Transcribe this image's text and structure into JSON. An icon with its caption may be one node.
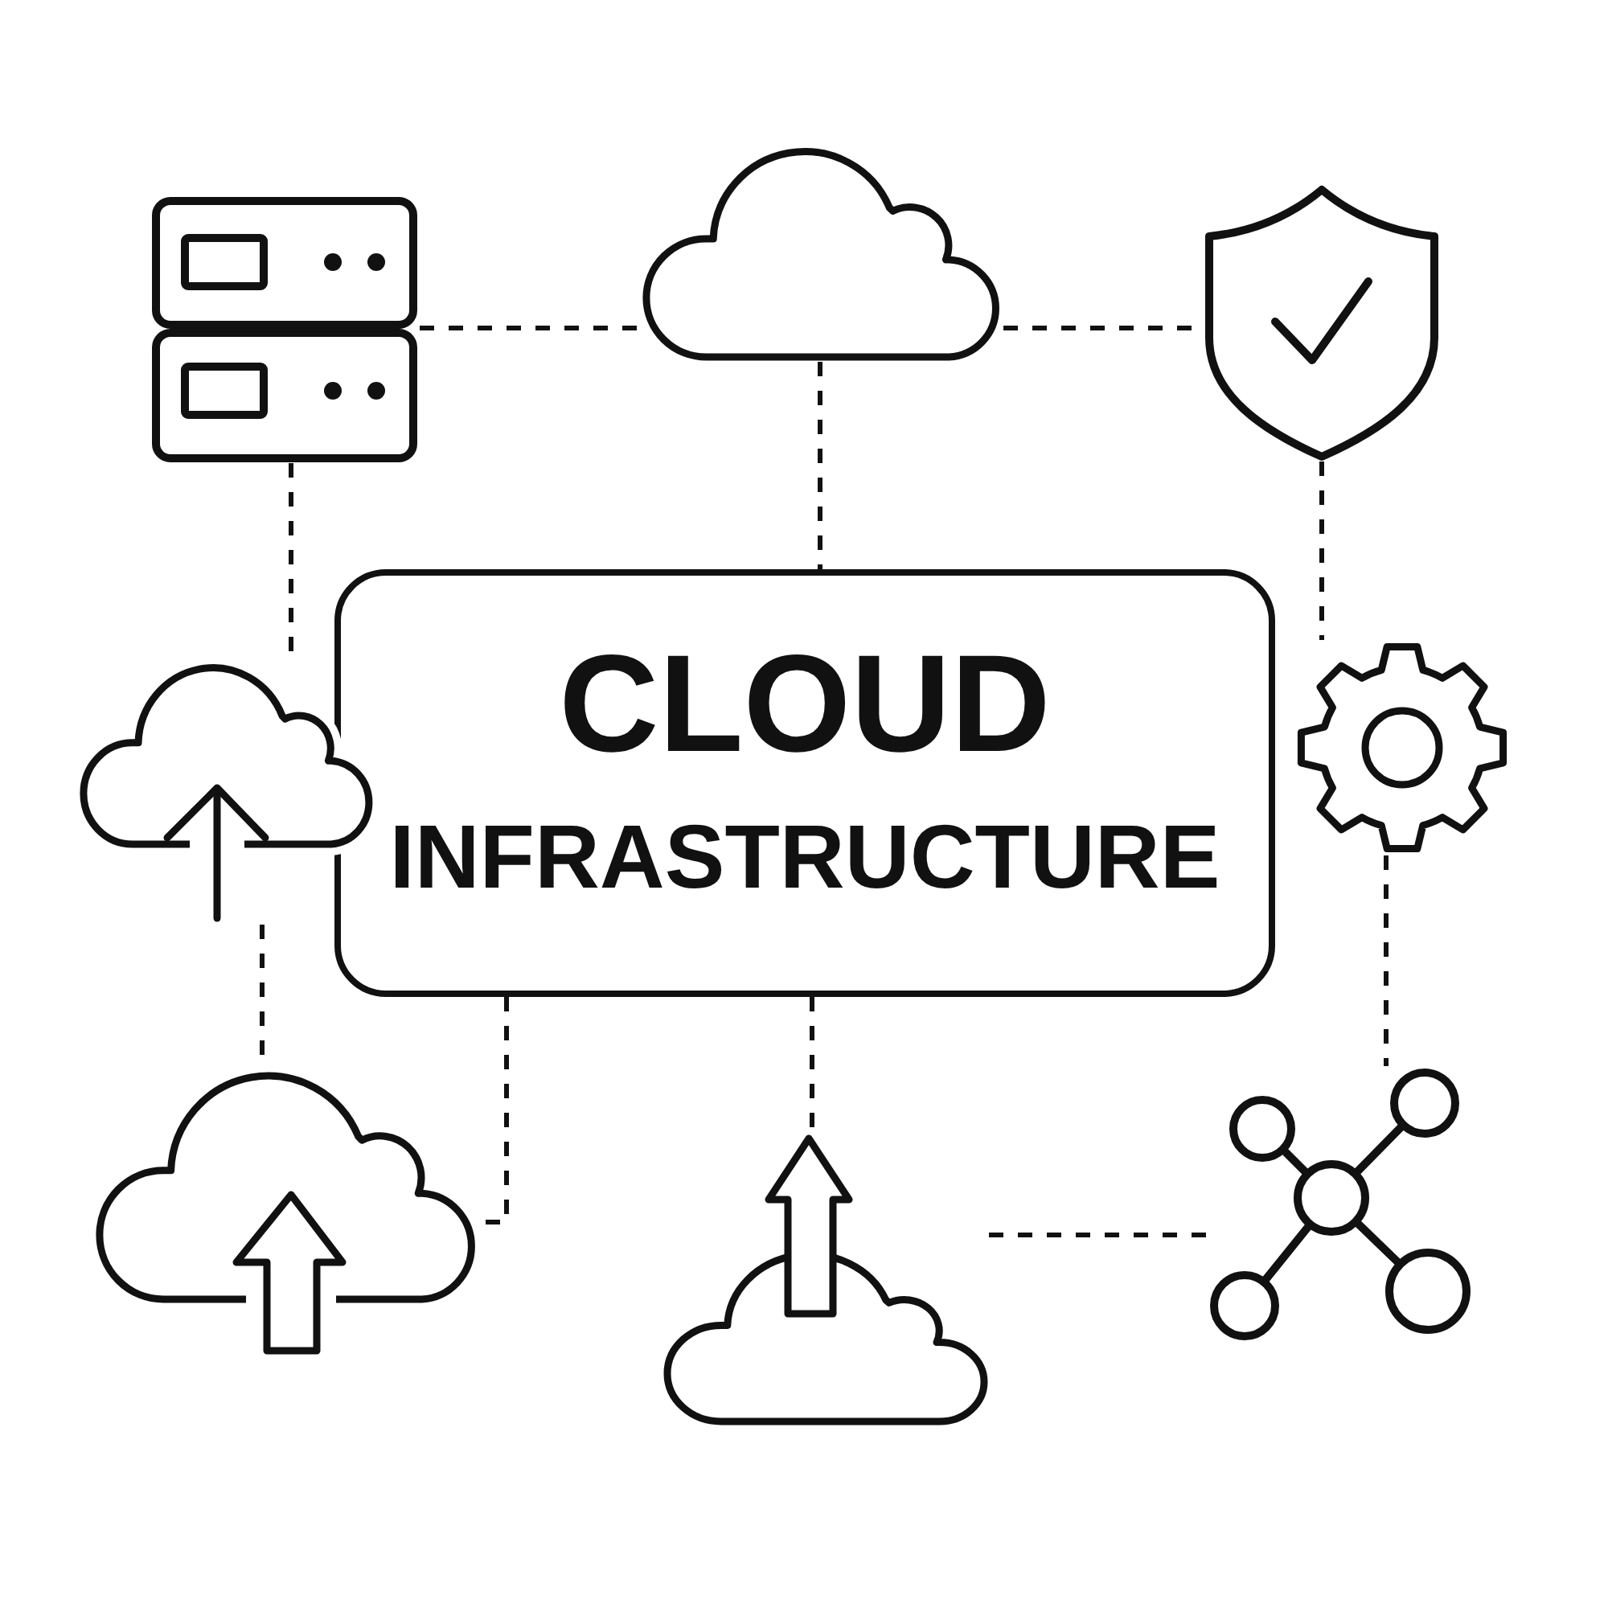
{
  "diagram": {
    "nodes": [
      {
        "text": [],
        "shape": "server"
      },
      {
        "text": [],
        "shape": "cloud"
      },
      {
        "text": [],
        "shape": "shield"
      },
      {
        "text": [],
        "shape": "cloud"
      },
      {
        "text": [
          "CLOUD",
          "INFRASTRUCTURE"
        ]
      },
      {
        "text": [],
        "shape": "gear"
      },
      {
        "text": [],
        "shape": "cloud"
      },
      {
        "text": [],
        "shape": "cloud"
      },
      {
        "text": [],
        "shape": "network"
      }
    ],
    "edges": [
      {
        "from": 0,
        "to": 1,
        "arrow": "none",
        "style": "dashed"
      },
      {
        "from": 1,
        "to": 2,
        "arrow": "none",
        "style": "dashed"
      },
      {
        "from": 0,
        "to": 3,
        "arrow": "none",
        "style": "dashed"
      },
      {
        "from": 1,
        "to": 4,
        "arrow": "none",
        "style": "dashed"
      },
      {
        "from": 2,
        "to": 5,
        "arrow": "none",
        "style": "dashed"
      },
      {
        "from": 3,
        "to": 6,
        "arrow": "none",
        "style": "dashed"
      },
      {
        "from": 4,
        "to": 6,
        "arrow": "none",
        "style": "dashed"
      },
      {
        "from": 4,
        "to": 7,
        "arrow": "none",
        "style": "dashed"
      },
      {
        "from": 5,
        "to": 8,
        "arrow": "none",
        "style": "dashed"
      },
      {
        "from": 7,
        "to": 8,
        "arrow": "none",
        "style": "dashed"
      }
    ]
  }
}
